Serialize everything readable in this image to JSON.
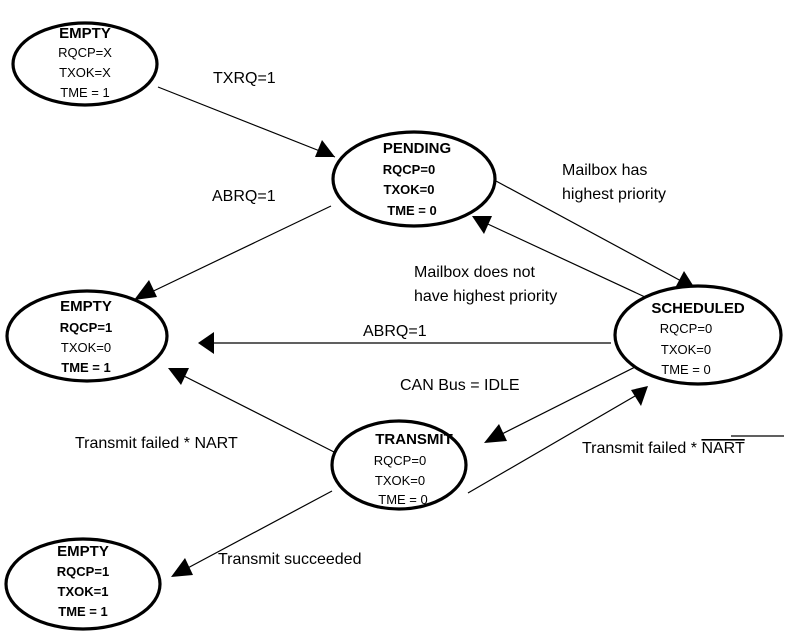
{
  "nodes": {
    "empty_top": {
      "title": "EMPTY",
      "fields": [
        {
          "text": "RQCP=X",
          "bold": false
        },
        {
          "text": "TXOK=X",
          "bold": false
        },
        {
          "text": "TME = 1",
          "bold": false
        }
      ]
    },
    "pending": {
      "title": "PENDING",
      "fields": [
        {
          "text": "RQCP=0",
          "bold": true
        },
        {
          "text": "TXOK=0",
          "bold": true
        },
        {
          "text": "TME = 0",
          "bold": true
        }
      ]
    },
    "empty_mid": {
      "title": "EMPTY",
      "fields": [
        {
          "text": "RQCP=1",
          "bold": true
        },
        {
          "text": "TXOK=0",
          "bold": false
        },
        {
          "text": "TME = 1",
          "bold": true
        }
      ]
    },
    "scheduled": {
      "title": "SCHEDULED",
      "fields": [
        {
          "text": "RQCP=0",
          "bold": false
        },
        {
          "text": "TXOK=0",
          "bold": false
        },
        {
          "text": "TME = 0",
          "bold": false
        }
      ]
    },
    "transmit": {
      "title": "TRANSMIT",
      "fields": [
        {
          "text": "RQCP=0",
          "bold": false
        },
        {
          "text": "TXOK=0",
          "bold": false
        },
        {
          "text": "TME = 0",
          "bold": false
        }
      ]
    },
    "empty_bottom": {
      "title": "EMPTY",
      "fields": [
        {
          "text": "RQCP=1",
          "bold": true
        },
        {
          "text": "TXOK=1",
          "bold": true
        },
        {
          "text": "TME = 1",
          "bold": true
        }
      ]
    }
  },
  "edges": {
    "txrq": {
      "label": "TXRQ=1"
    },
    "abrq_pending": {
      "label": "ABRQ=1"
    },
    "highest": {
      "lines": [
        "Mailbox has",
        "highest priority"
      ]
    },
    "not_highest": {
      "lines": [
        "Mailbox does not",
        "have highest priority"
      ]
    },
    "abrq_scheduled": {
      "label": "ABRQ=1"
    },
    "can_idle": {
      "label": "CAN Bus = IDLE"
    },
    "failed_nart": {
      "label": "Transmit failed * NART"
    },
    "failed_not_nart": {
      "prefix": "Transmit failed * ",
      "overlined": "NART"
    },
    "succeeded": {
      "label": "Transmit succeeded"
    }
  }
}
